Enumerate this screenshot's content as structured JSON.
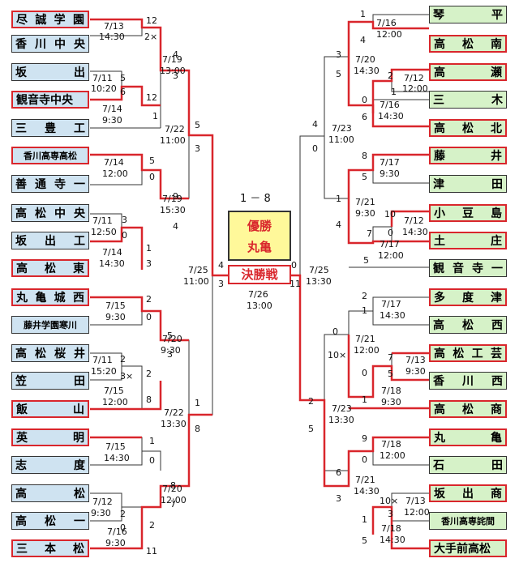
{
  "title": "1 － 8",
  "champion": {
    "label": "優勝",
    "team": "丸亀"
  },
  "final": {
    "label": "決勝戦",
    "date": "7/26",
    "time": "13:00",
    "left_score": "4",
    "right_score": "0",
    "left_score2": "3",
    "right_score2": "11",
    "left_semi_date": "7/25",
    "left_semi_time": "11:00",
    "right_semi_date": "7/25",
    "right_semi_time": "13:30"
  },
  "left_teams": [
    "尽誠学園",
    "香川中央",
    "坂出",
    "観音寺中央",
    "三豊工",
    "香川高専高松",
    "善通寺一",
    "高松中央",
    "坂出工",
    "高松東",
    "丸亀城西",
    "藤井学園寒川",
    "高松桜井",
    "笠田",
    "飯山",
    "英明",
    "志度",
    "高松",
    "高松一",
    "三本松"
  ],
  "right_teams": [
    "琴平",
    "高松南",
    "高瀬",
    "三木",
    "高松北",
    "藤井",
    "津田",
    "小豆島",
    "土庄",
    "観音寺一",
    "多度津",
    "高松西",
    "高松工芸",
    "香川西",
    "高松商",
    "丸亀",
    "石田",
    "坂出商",
    "香川高専詫間",
    "大手前高松"
  ],
  "labels": {
    "l1": "12",
    "l2": "2×",
    "l3": "7/13",
    "l4": "14:30",
    "l5": "4",
    "l6": "3",
    "l7": "7/19",
    "l8": "13:00",
    "l9": "7/11",
    "l10": "10:20",
    "l11": "5",
    "l12": "6",
    "l13": "12",
    "l14": "7/14",
    "l15": "9:30",
    "l16": "1",
    "l17": "5",
    "l18": "3",
    "l19": "7/22",
    "l20": "11:00",
    "l21": "7/14",
    "l22": "12:00",
    "l23": "5",
    "l24": "0",
    "l25": "9",
    "l26": "4",
    "l27": "7/19",
    "l28": "15:30",
    "l29": "7/11",
    "l30": "12:50",
    "l31": "3",
    "l32": "0",
    "l33": "1",
    "l34": "3",
    "l35": "7/14",
    "l36": "14:30",
    "l37": "7/15",
    "l38": "9:30",
    "l39": "2",
    "l40": "0",
    "l41": "5",
    "l42": "3",
    "l43": "7/20",
    "l44": "9:30",
    "l45": "7/11",
    "l46": "15:20",
    "l47": "2",
    "l48": "3×",
    "l49": "2",
    "l50": "8",
    "l51": "7/15",
    "l52": "12:00",
    "l53": "1",
    "l54": "8",
    "l55": "7/22",
    "l56": "13:30",
    "l57": "7/15",
    "l58": "14:30",
    "l59": "1",
    "l60": "0",
    "l61": "8",
    "l62": "7",
    "l63": "7/20",
    "l64": "12:00",
    "l65": "7/12",
    "l66": "9:30",
    "l67": "2",
    "l68": "0",
    "l69": "2",
    "l70": "11",
    "l71": "7/16",
    "l72": "9:30",
    "r1": "1",
    "r2": "4",
    "r3": "7/16",
    "r4": "12:00",
    "r5": "3",
    "r6": "5",
    "r7": "7/20",
    "r8": "14:30",
    "r9": "2",
    "r10": "1",
    "r11": "7/12",
    "r12": "12:00",
    "r13": "0",
    "r14": "6",
    "r15": "7/16",
    "r16": "14:30",
    "r17": "4",
    "r18": "0",
    "r19": "7/23",
    "r20": "11:00",
    "r21": "8",
    "r22": "5",
    "r23": "7/17",
    "r24": "9:30",
    "r25": "1",
    "r26": "4",
    "r27": "7/21",
    "r28": "9:30",
    "r29": "10",
    "r30": "7",
    "r31": "0",
    "r32": "7/12",
    "r33": "14:30",
    "r34": "7/17",
    "r35": "12:00",
    "r36": "5",
    "r37": "2",
    "r38": "1",
    "r39": "7/17",
    "r40": "14:30",
    "r41": "0",
    "r42": "10×",
    "r43": "7/21",
    "r44": "12:00",
    "r45": "7",
    "r46": "5",
    "r47": "7/13",
    "r48": "9:30",
    "r49": "0",
    "r50": "1",
    "r51": "7/18",
    "r52": "9:30",
    "r53": "2",
    "r54": "5",
    "r55": "7/23",
    "r56": "13:30",
    "r57": "9",
    "r58": "0",
    "r59": "7/18",
    "r60": "12:00",
    "r61": "6",
    "r62": "3",
    "r63": "7/21",
    "r64": "14:30",
    "r65": "10×",
    "r66": "3",
    "r67": "7/13",
    "r68": "12:00",
    "r69": "1",
    "r70": "5",
    "r71": "7/18",
    "r72": "14:30"
  },
  "colors": {
    "win_line": "#d9262c",
    "lose_line": "#333333",
    "left_box": "#cfe3f1",
    "right_box": "#d6f2c8",
    "champion_bg": "#fff89a"
  }
}
